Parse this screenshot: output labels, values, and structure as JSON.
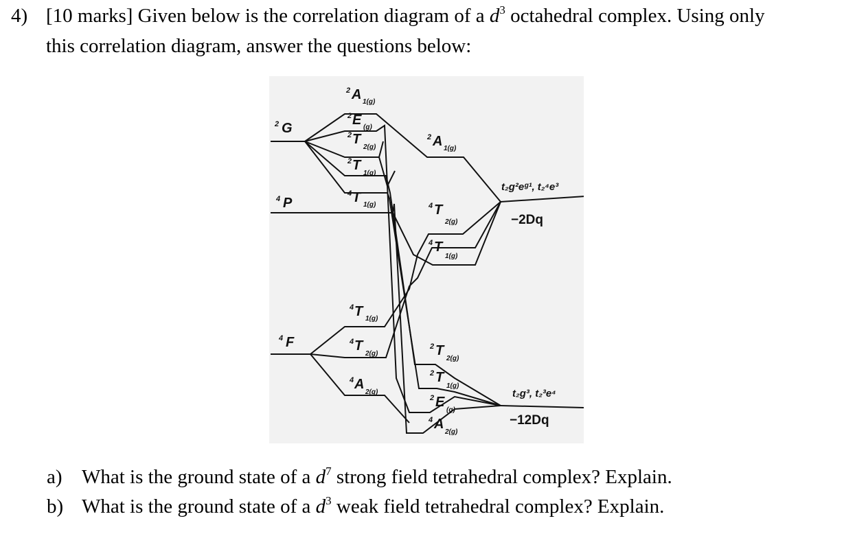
{
  "question": {
    "number": "4)",
    "marks": "[10 marks] Given below is the correlation diagram of a ",
    "d_symbol": "d",
    "d_power": "3",
    "line1_tail": " octahedral complex. Using only",
    "line2": "this correlation diagram, answer the questions below:"
  },
  "diagram": {
    "free_ion_terms": [
      {
        "letter": "G",
        "spin": "2"
      },
      {
        "letter": "P",
        "spin": "4"
      },
      {
        "letter": "F",
        "spin": "4"
      }
    ],
    "left_states": [
      {
        "spin": "2",
        "sym": "A",
        "sub": "1(g)"
      },
      {
        "spin": "2",
        "sym": "E",
        "sub": "(g)"
      },
      {
        "spin": "2",
        "sym": "T",
        "sub": "2(g)"
      },
      {
        "spin": "2",
        "sym": "T",
        "sub": "1(g)"
      },
      {
        "spin": "4",
        "sym": "T",
        "sub": "1(g)"
      },
      {
        "spin": "4",
        "sym": "T",
        "sub": "1(g)"
      },
      {
        "spin": "4",
        "sym": "T",
        "sub": "2(g)"
      },
      {
        "spin": "4",
        "sym": "A",
        "sub": "2(g)"
      }
    ],
    "right_states": [
      {
        "spin": "2",
        "sym": "A",
        "sub": "1(g)"
      },
      {
        "spin": "4",
        "sym": "T",
        "sub": "2(g)"
      },
      {
        "spin": "4",
        "sym": "T",
        "sub": "1(g)"
      },
      {
        "spin": "2",
        "sym": "T",
        "sub": "2(g)"
      },
      {
        "spin": "2",
        "sym": "T",
        "sub": "1(g)"
      },
      {
        "spin": "2",
        "sym": "E",
        "sub": "(g)"
      },
      {
        "spin": "4",
        "sym": "A",
        "sub": "2(g)"
      }
    ],
    "upper_configuration": "t₂g²eᵍ¹, t₂⁴e³",
    "upper_energy": "−2Dq",
    "lower_configuration": "t₂g³, t₂³e⁴",
    "lower_energy": "−12Dq"
  },
  "subquestions": [
    {
      "mark": "a)",
      "pre": "What is the ground state of a ",
      "d": "d",
      "power": "7",
      "post": " strong field tetrahedral complex? Explain."
    },
    {
      "mark": "b)",
      "pre": "What is the ground state of a ",
      "d": "d",
      "power": "3",
      "post": " weak field tetrahedral complex? Explain."
    }
  ]
}
